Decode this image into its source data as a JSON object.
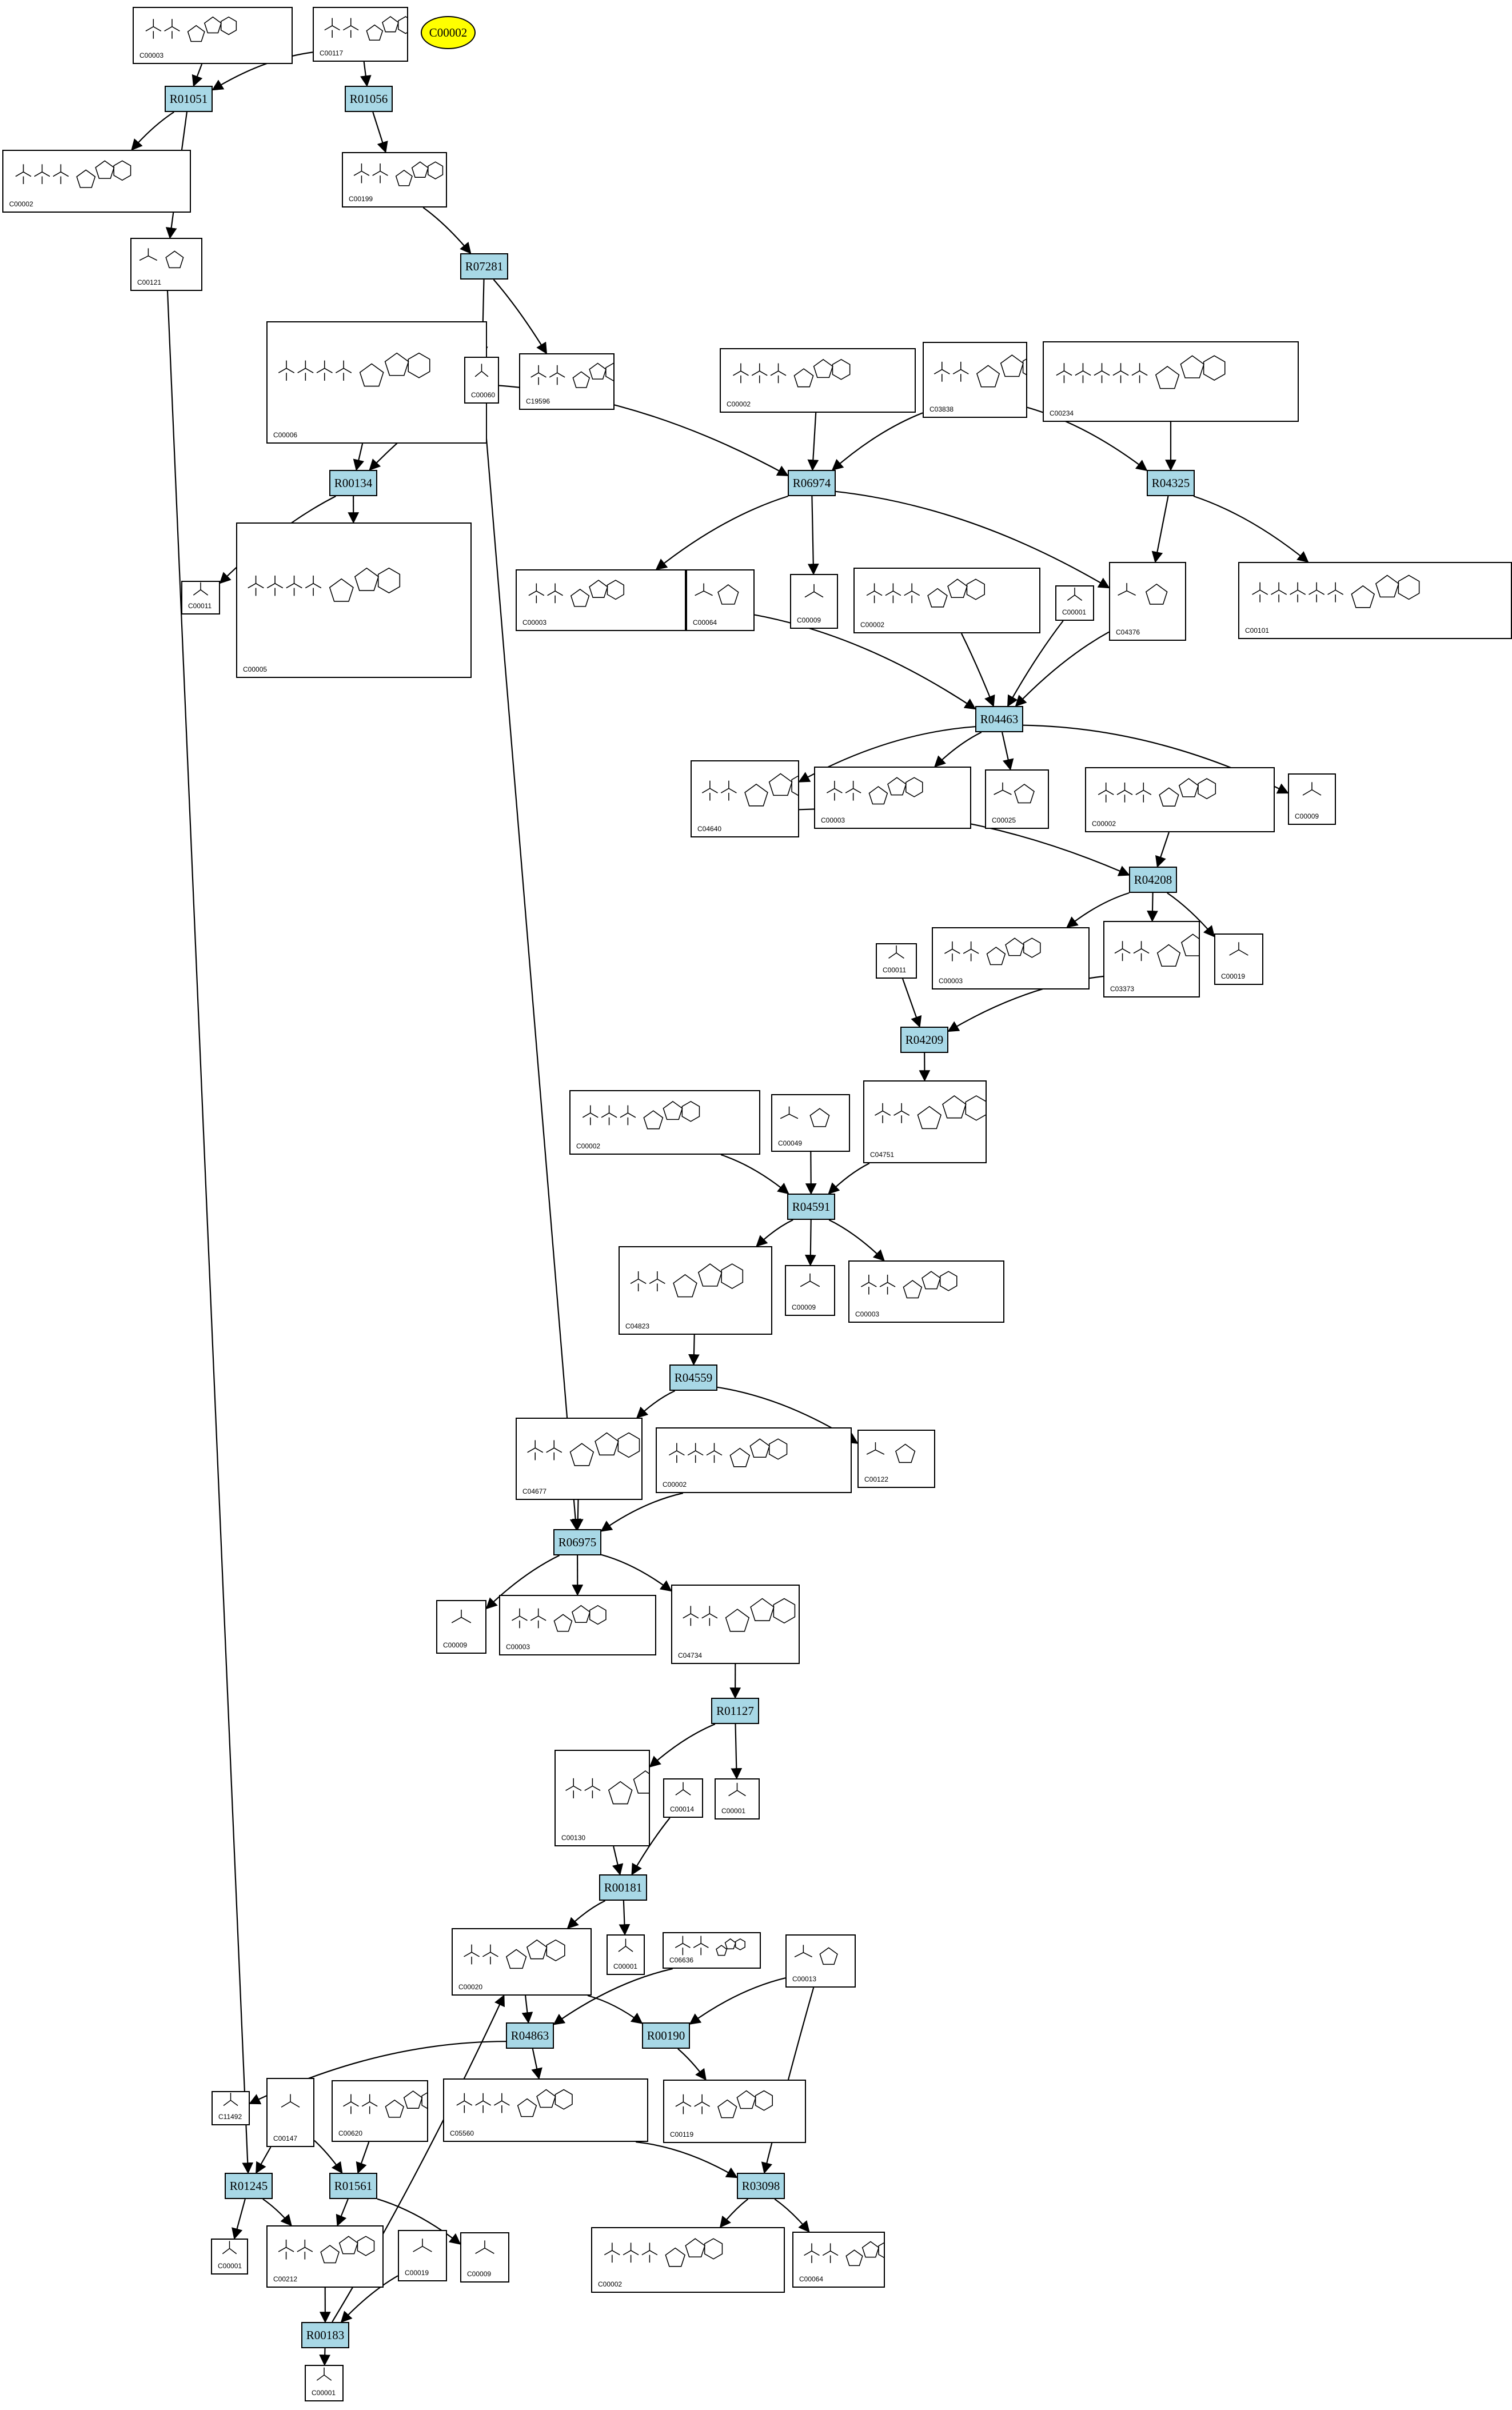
{
  "highlight": "C00002",
  "reactions": [
    "R01051",
    "R01056",
    "R07281",
    "R00134",
    "R06974",
    "R04325",
    "R04463",
    "R04208",
    "R04209",
    "R04591",
    "R04559",
    "R06975",
    "R01127",
    "R00181",
    "R04863",
    "R00190",
    "R01245",
    "R01561",
    "R03098",
    "R00183"
  ],
  "compounds": [
    "C00003",
    "C00117",
    "C00002",
    "C00121",
    "C00199",
    "C00006",
    "C00060",
    "C19596",
    "C00002b",
    "C03838",
    "C00234",
    "C00011",
    "C00005",
    "C00003b",
    "C00064",
    "C00009",
    "C00002c",
    "C00001",
    "C04376",
    "C00101",
    "C04640",
    "C00003c",
    "C00025",
    "C00002d",
    "C00009b",
    "C00011b",
    "C00003d",
    "C03373",
    "C00009c",
    "C00002e",
    "C00049",
    "C04751",
    "C04823",
    "C00009d",
    "C00003e",
    "C04677",
    "C00002f",
    "C00122",
    "C00009e",
    "C00003f",
    "C04734",
    "C00130",
    "C00014",
    "C00001b",
    "C00001c",
    "C00020",
    "C06636",
    "C00013",
    "C11492",
    "C00147",
    "C00620",
    "C05560",
    "C00119",
    "C00001d",
    "C00212",
    "C00009f",
    "C00009g",
    "C00002g",
    "C00064b",
    "C00001e"
  ],
  "labels": {
    "C00003": "C00003",
    "C00117": "C00117",
    "C00002": "C00002",
    "C00121": "C00121",
    "C00199": "C00199",
    "C00006": "C00006",
    "C00060": "C00060",
    "C19596": "C19596",
    "C00002b": "C00002",
    "C03838": "C03838",
    "C00234": "C00234",
    "C00011": "C00011",
    "C00005": "C00005",
    "C00003b": "C00003",
    "C00064": "C00064",
    "C00009": "C00009",
    "C00002c": "C00002",
    "C00001": "C00001",
    "C04376": "C04376",
    "C00101": "C00101",
    "C04640": "C04640",
    "C00003c": "C00003",
    "C00025": "C00025",
    "C00002d": "C00002",
    "C00009b": "C00009",
    "C00011b": "C00011",
    "C00003d": "C00003",
    "C03373": "C03373",
    "C00009c": "C00019",
    "C00002e": "C00002",
    "C00049": "C00049",
    "C04751": "C04751",
    "C04823": "C04823",
    "C00009d": "C00009",
    "C00003e": "C00003",
    "C04677": "C04677",
    "C00002f": "C00002",
    "C00122": "C00122",
    "C00009e": "C00009",
    "C00003f": "C00003",
    "C04734": "C04734",
    "C00130": "C00130",
    "C00014": "C00014",
    "C00001b": "C00001",
    "C00001c": "C00001",
    "C00020": "C00020",
    "C06636": "C06636",
    "C00013": "C00013",
    "C11492": "C11492",
    "C00147": "C00147",
    "C00620": "C00620",
    "C05560": "C05560",
    "C00119": "C00119",
    "C00001d": "C00001",
    "C00212": "C00212",
    "C00009f": "C00019",
    "C00009g": "C00009",
    "C00002g": "C00002",
    "C00064b": "C00064",
    "C00001e": "C00001"
  }
}
